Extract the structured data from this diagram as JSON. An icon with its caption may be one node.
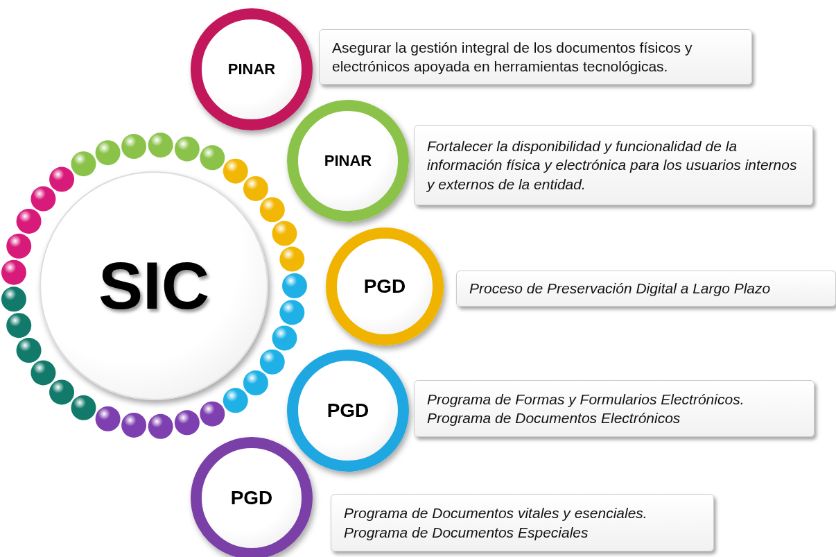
{
  "diagram": {
    "nodes": [
      {
        "text": [
          "SIC"
        ]
      },
      {
        "text": [
          "PINAR"
        ]
      },
      {
        "text": [
          "Asegurar la gestión integral de los documentos físicos y electrónicos apoyada en herramientas tecnológicas."
        ]
      },
      {
        "text": [
          "PINAR"
        ]
      },
      {
        "text": [
          "Fortalecer la disponibilidad y funcionalidad de la información física y electrónica para los usuarios internos y externos de la entidad."
        ]
      },
      {
        "text": [
          "PGD"
        ]
      },
      {
        "text": [
          "Proceso de Preservación Digital a Largo Plazo"
        ]
      },
      {
        "text": [
          "PGD"
        ]
      },
      {
        "text": [
          "Programa de Formas y Formularios Electrónicos.",
          "Programa de Documentos Electrónicos"
        ]
      },
      {
        "text": [
          "PGD"
        ]
      },
      {
        "text": [
          "Programa de Documentos vitales y esenciales.",
          "Programa de Documentos Especiales"
        ]
      }
    ]
  }
}
